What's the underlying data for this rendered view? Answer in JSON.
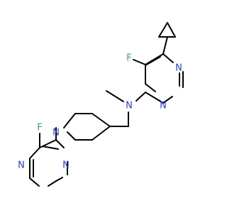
{
  "molecule": {
    "atoms": {
      "f_top": {
        "label": "F",
        "color": "#3aa36a"
      },
      "n_ring1": {
        "label": "N",
        "color": "#2b3bd6"
      },
      "n_ring2": {
        "label": "N",
        "color": "#2b3bd6"
      },
      "n_amine": {
        "label": "N",
        "color": "#2b3bd6"
      },
      "f_bottom": {
        "label": "F",
        "color": "#3aa36a"
      },
      "n_pip": {
        "label": "N",
        "color": "#2b3bd6"
      },
      "n_ring3": {
        "label": "N",
        "color": "#2b3bd6"
      },
      "n_ring4": {
        "label": "N",
        "color": "#2b3bd6"
      }
    }
  }
}
